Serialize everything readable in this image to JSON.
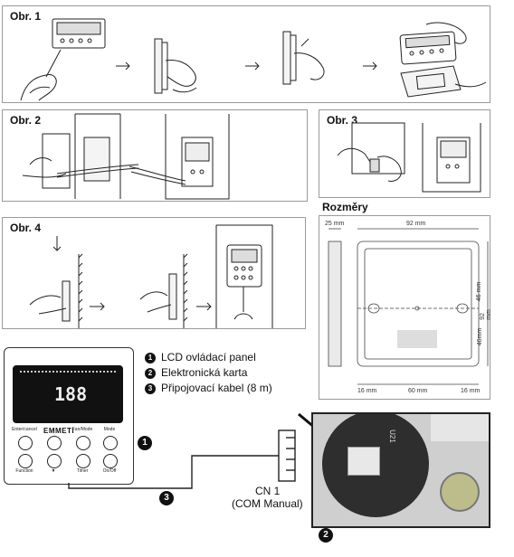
{
  "figures": {
    "fig1": {
      "title": "Obr. 1"
    },
    "fig2": {
      "title": "Obr. 2"
    },
    "fig3": {
      "title": "Obr. 3"
    },
    "fig4": {
      "title": "Obr. 4"
    }
  },
  "dimensions": {
    "title": "Rozměry",
    "d25": "25 mm",
    "d92_top": "92 mm",
    "d46_upper": "46 mm",
    "d92_side": "92 mm",
    "d46_lower": "46mm",
    "d16_left": "16 mm",
    "d60": "60 mm",
    "d16_right": "16 mm"
  },
  "legend": {
    "items": [
      {
        "num": "1",
        "text": "LCD ovládací panel"
      },
      {
        "num": "2",
        "text": "Elektronická karta"
      },
      {
        "num": "3",
        "text": "Připojovací kabel (8 m)"
      }
    ]
  },
  "controller": {
    "brand": "EMMETI",
    "buttons": [
      "Enter/cancel",
      "▲",
      "Fan/Mode",
      "Mode",
      "Function",
      "▼",
      "Timer",
      "On/Off"
    ],
    "lcd_digits": "188"
  },
  "connector": {
    "label1": "CN 1",
    "label2": "(COM Manual)"
  },
  "callouts": {
    "c1": "1",
    "c2": "2",
    "c3": "3"
  },
  "board": {
    "chip": "U21"
  }
}
